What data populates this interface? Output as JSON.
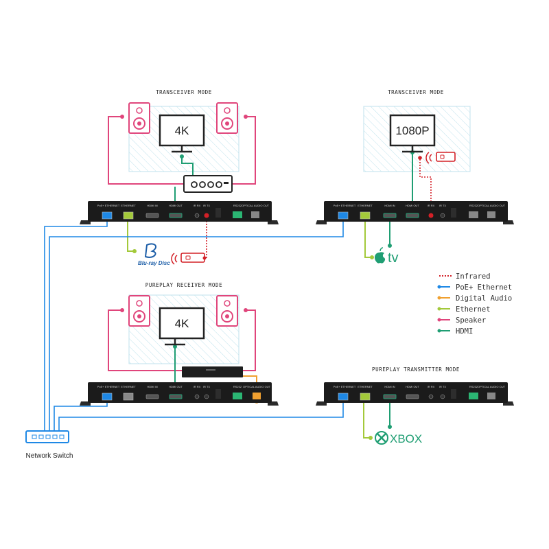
{
  "modes": [
    {
      "label": "TRANSCEIVER MODE"
    },
    {
      "label": "TRANSCEIVER MODE"
    },
    {
      "label": "PUREPLAY RECEIVER MODE"
    },
    {
      "label": "PUREPLAY TRANSMITTER MODE"
    }
  ],
  "displays": [
    {
      "text": "4K"
    },
    {
      "text": "1080P"
    },
    {
      "text": "4K"
    }
  ],
  "port_labels": {
    "poe": "PoE+ ETHERNET",
    "ethernet": "ETHERNET",
    "hdmi_in": "HDMI IN",
    "hdmi_out": "HDMI OUT",
    "ir_rx": "IR RX",
    "ir_tx": "IR TX",
    "rs232": "RS232",
    "optical": "OPTICAL AUDIO OUT"
  },
  "sources": {
    "bluray": "Blu-ray Disc",
    "appletv": "tv",
    "xbox": "XBOX"
  },
  "switch_label": "Network Switch",
  "legend": [
    {
      "label": "Infrared",
      "color": "#d32027",
      "style": "dotted"
    },
    {
      "label": "PoE+ Ethernet",
      "color": "#1e88e5",
      "style": "solid"
    },
    {
      "label": "Digital Audio",
      "color": "#f0a030",
      "style": "solid"
    },
    {
      "label": "Ethernet",
      "color": "#a3c93a",
      "style": "solid"
    },
    {
      "label": "Speaker",
      "color": "#e0457b",
      "style": "solid"
    },
    {
      "label": "HDMI",
      "color": "#1f9e73",
      "style": "solid"
    }
  ]
}
